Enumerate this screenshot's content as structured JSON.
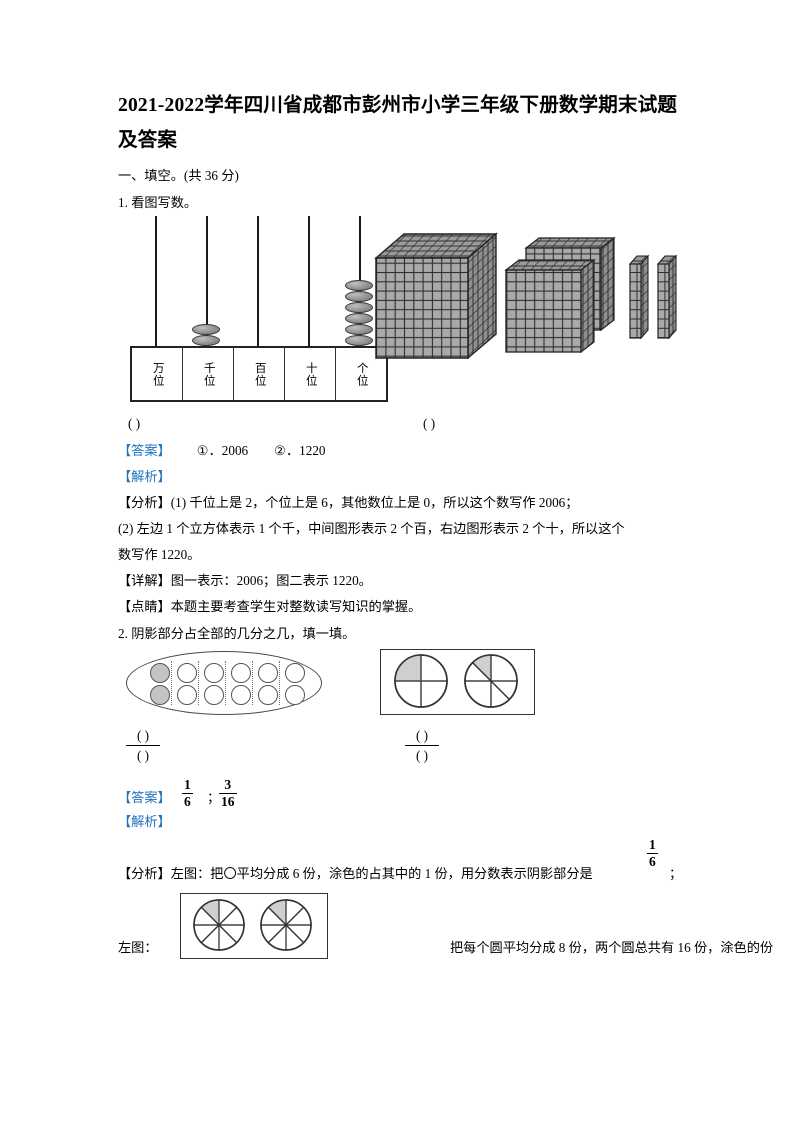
{
  "document": {
    "title": "2021-2022学年四川省成都市彭州市小学三年级下册数学期末试题及答案",
    "section_heading": "一、填空。(共 36 分)"
  },
  "question1": {
    "number_text": "1. 看图写数。",
    "abacus": {
      "place_labels": [
        "万位",
        "千位",
        "百位",
        "十位",
        "个位"
      ],
      "bead_counts": [
        0,
        2,
        0,
        0,
        6
      ],
      "value": "2006"
    },
    "blocks": {
      "thousand_cubes": 1,
      "hundred_flats": 2,
      "ten_rods": 2,
      "value": "1220"
    },
    "blank_left": "(            )",
    "blank_right": "(            )",
    "answer_label": "【答案】",
    "answer_item1": "①．2006",
    "answer_item2": "②．1220",
    "explain_label": "【解析】",
    "analysis_line1": "【分析】(1) 千位上是 2，个位上是 6，其他数位上是 0，所以这个数写作 2006；",
    "analysis_line2": "(2) 左边 1 个立方体表示 1 个千，中间图形表示 2 个百，右边图形表示 2 个十，所以这个",
    "analysis_line3": "数写作 1220。",
    "detail_line": "【详解】图一表示：2006；图二表示 1220。",
    "insight_line": "【点睛】本题主要考查学生对整数读写知识的掌握。"
  },
  "question2": {
    "number_text": "2. 阴影部分占全部的几分之几，填一填。",
    "ellipse_figure": {
      "total_circles": 12,
      "rows": 2,
      "columns": 6,
      "groups": 6,
      "shaded_circles": 2
    },
    "circles_figure": {
      "left_circle_parts": 4,
      "left_shaded_parts": 1,
      "right_circle_parts": 8,
      "right_shaded_parts": 1
    },
    "blank_left_numerator": "(   )",
    "blank_left_denominator": "(   )",
    "blank_right_numerator": "(   )",
    "blank_right_denominator": "(   )",
    "answer_label": "【答案】",
    "answer_frac1_num": "1",
    "answer_frac1_den": "6",
    "answer_separator": "；",
    "answer_frac2_num": "3",
    "answer_frac2_den": "16",
    "explain_label": "【解析】",
    "analysis_text": "【分析】左图：把〇平均分成 6 份，涂色的占其中的 1 份，用分数表示阴影部分是",
    "analysis_frac_num": "1",
    "analysis_frac_den": "6",
    "analysis_trailing": "；",
    "bottom_lead": "左图：",
    "bottom_tail": "把每个圆平均分成 8 份，两个圆总共有 16 份，涂色的份",
    "bottom_figure": {
      "left_circle_parts": 8,
      "left_shaded_parts": 1,
      "right_circle_parts": 8,
      "right_shaded_parts": 1
    }
  },
  "colors": {
    "accent_blue": "#2072BC",
    "block_gray": "#a9a9a9",
    "shade_gray": "#c4c4c4",
    "line_dark": "#2b2b2b"
  }
}
